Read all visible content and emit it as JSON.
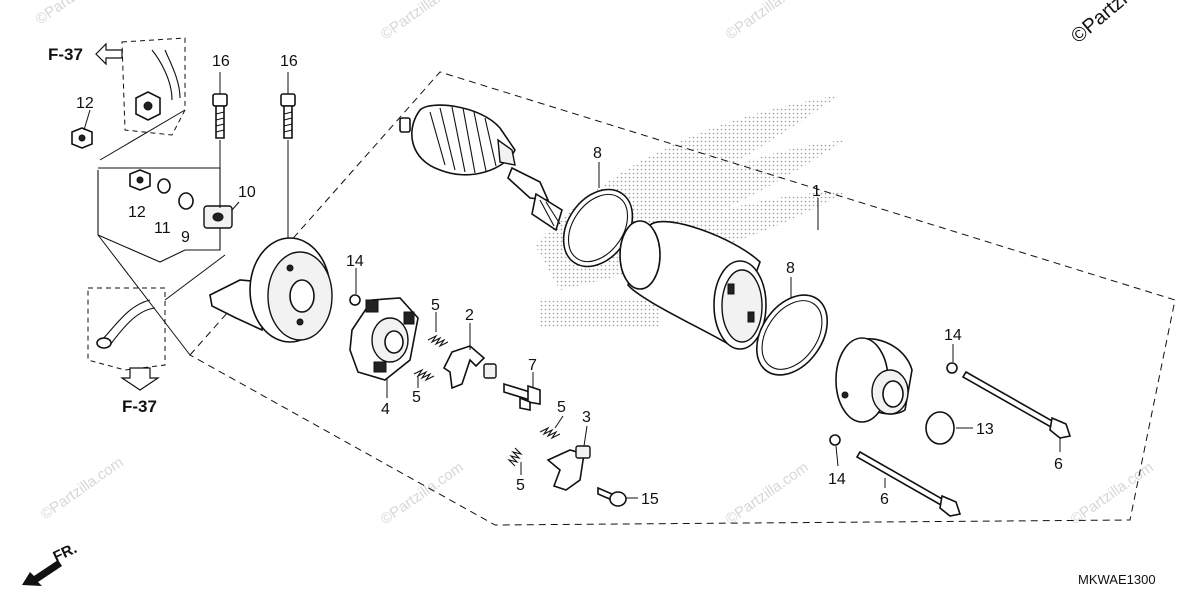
{
  "watermark": {
    "corner_text": "©Partzi",
    "repeat_text": "©Partzilla.com"
  },
  "diagram_code": "MKWAE1300",
  "direction_label": "FR.",
  "references": {
    "top": "F-37",
    "bottom": "F-37"
  },
  "callouts": {
    "c1": "1",
    "c2": "2",
    "c3": "3",
    "c4": "4",
    "c5a": "5",
    "c5b": "5",
    "c5c": "5",
    "c5d": "5",
    "c6a": "6",
    "c6b": "6",
    "c7": "7",
    "c8a": "8",
    "c8b": "8",
    "c9": "9",
    "c10": "10",
    "c11": "11",
    "c12a": "12",
    "c12b": "12",
    "c13": "13",
    "c14a": "14",
    "c14b": "14",
    "c14c": "14",
    "c15": "15",
    "c16a": "16",
    "c16b": "16"
  },
  "colors": {
    "line": "#111111",
    "watermark": "#d7d7d7",
    "halftone": "#9a9a9a"
  }
}
